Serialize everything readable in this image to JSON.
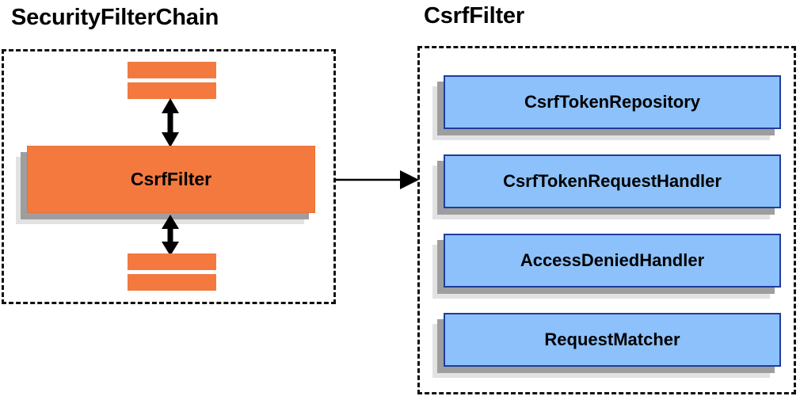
{
  "diagram": {
    "type": "component-relationship",
    "left_panel": {
      "title": "SecurityFilterChain",
      "container_style": "dashed-border",
      "focus_node": {
        "label": "CsrfFilter",
        "color": "#f4793f"
      },
      "filler_bars_above": 2,
      "filler_bars_below": 2,
      "connector_above": "double-headed-vertical-arrow",
      "connector_below": "double-headed-vertical-arrow"
    },
    "connector": {
      "name": "expands-to-arrow",
      "kind": "single-headed-horizontal-arrow",
      "from": "CsrfFilter",
      "to": "CsrfFilter detail panel"
    },
    "right_panel": {
      "title": "CsrfFilter",
      "container_style": "dashed-border",
      "collaborators": [
        {
          "label": "CsrfTokenRepository"
        },
        {
          "label": "CsrfTokenRequestHandler"
        },
        {
          "label": "AccessDeniedHandler"
        },
        {
          "label": "RequestMatcher"
        }
      ]
    },
    "colors": {
      "orange_fill": "#f4793f",
      "orange_stroke": "#e8703a",
      "blue_fill": "#8cc1fb",
      "blue_stroke": "#1f3c9c",
      "shadow_dark": "#9e9e9e",
      "shadow_light": "#e2e2e2",
      "border_dashed": "#111111",
      "text": "#000000",
      "background": "#ffffff"
    }
  }
}
